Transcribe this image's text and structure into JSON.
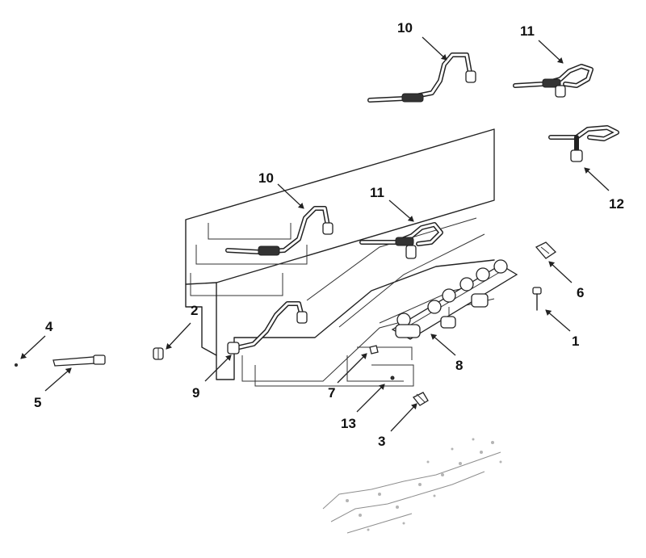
{
  "diagram": {
    "callouts": [
      "10",
      "11",
      "10",
      "11",
      "12",
      "6",
      "1",
      "2",
      "4",
      "5",
      "9",
      "8",
      "7",
      "13",
      "3"
    ]
  }
}
